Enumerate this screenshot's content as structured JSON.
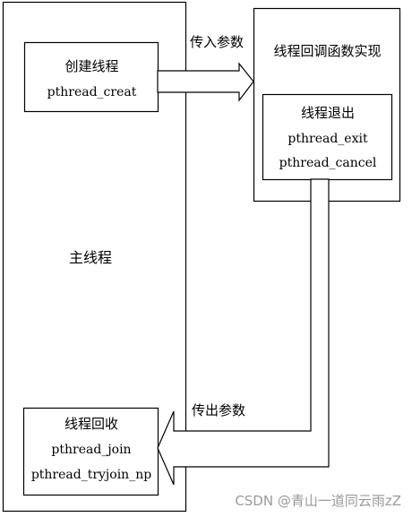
{
  "main_thread": {
    "label": "主线程"
  },
  "create_box": {
    "title": "创建线程",
    "func": "pthread_creat"
  },
  "callback_box": {
    "title": "线程回调函数实现"
  },
  "exit_box": {
    "title": "线程退出",
    "func1": "pthread_exit",
    "func2": "pthread_cancel"
  },
  "recycle_box": {
    "title": "线程回收",
    "func1": "pthread_join",
    "func2": "pthread_tryjoin_np"
  },
  "arrows": {
    "pass_in": "传入参数",
    "pass_out": "传出参数"
  },
  "watermark": "CSDN @青山一道同云雨zZ"
}
